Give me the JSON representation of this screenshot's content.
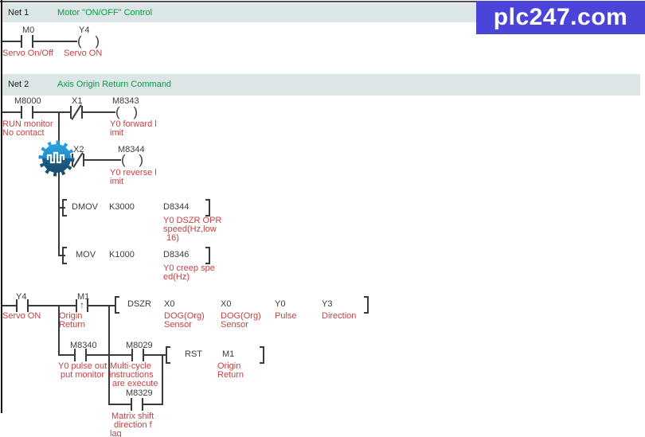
{
  "watermark": {
    "text": "plc247.com",
    "bg_color": "#4a44d8",
    "icon": "gear-pulse-logo-icon"
  },
  "colors": {
    "net_title_green": "#00a044",
    "comment_red": "#c34343",
    "header_bar": "#dde6e6"
  },
  "net1": {
    "label": "Net 1",
    "title": "Motor \"ON/OFF\" Control",
    "m0": {
      "device": "M0",
      "comment": "Servo On/Off"
    },
    "y4": {
      "device": "Y4",
      "comment": "Servo ON"
    }
  },
  "net2": {
    "label": "Net 2",
    "title": "Axis Origin Return Command",
    "m8000": {
      "device": "M8000",
      "c1": "RUN monitor",
      "c2": "No contact"
    },
    "x1": {
      "device": "X1"
    },
    "m8343": {
      "device": "M8343",
      "c1": "Y0 forward l",
      "c2": "imit"
    },
    "x2": {
      "device": "X2"
    },
    "m8344": {
      "device": "M8344",
      "c1": "Y0 reverse l",
      "c2": "imit"
    },
    "dmov": {
      "op": "DMOV",
      "src": "K3000",
      "dst": "D8344",
      "c1": "Y0 DSZR OPR",
      "c2": "speed(Hz,low",
      "c3": "16)"
    },
    "mov": {
      "op": "MOV",
      "src": "K1000",
      "dst": "D8346",
      "c1": "Y0 creep spe",
      "c2": "ed(Hz)"
    },
    "y4": {
      "device": "Y4",
      "comment": "Servo ON"
    },
    "m1": {
      "device": "M1",
      "c1": "Origin",
      "c2": "Return"
    },
    "dszr": {
      "op": "DSZR",
      "a1": "X0",
      "a1c1": "DOG(Org)",
      "a1c2": "Sensor",
      "a2": "X0",
      "a2c1": "DOG(Org)",
      "a2c2": "Sensor",
      "a3": "Y0",
      "a3c": "Pulse",
      "a4": "Y3",
      "a4c": "Direction"
    },
    "m8340": {
      "device": "M8340",
      "c1": "Y0 pulse out",
      "c2": "put monitor"
    },
    "m8029": {
      "device": "M8029",
      "c1": "Multi-cycle",
      "c2": "instructions",
      "c3": "are execute"
    },
    "rst": {
      "op": "RST",
      "arg": "M1",
      "c1": "Origin",
      "c2": "Return"
    },
    "m8329": {
      "device": "M8329",
      "c1": "Matrix shift",
      "c2": "direction f",
      "c3": "lag"
    }
  }
}
